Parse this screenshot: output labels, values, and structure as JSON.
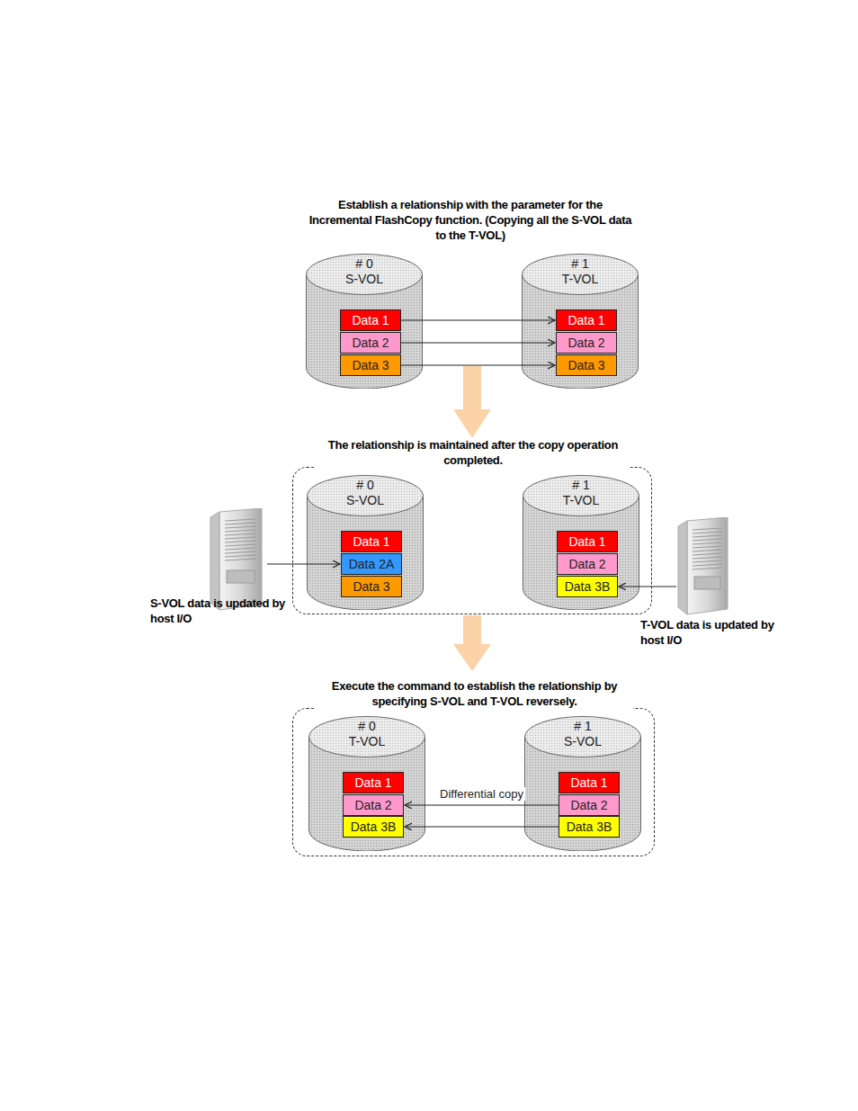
{
  "diagram": {
    "nodes": [
      {
        "text": [
          "# 0",
          "S-VOL"
        ]
      },
      {
        "text": [
          "Data 1"
        ],
        "in": 0
      },
      {
        "text": [
          "Data 2"
        ],
        "in": 0
      },
      {
        "text": [
          "Data 3"
        ],
        "in": 0
      },
      {
        "text": [
          "# 1",
          "T-VOL"
        ]
      },
      {
        "text": [
          "Data 1"
        ],
        "in": 4
      },
      {
        "text": [
          "Data 2"
        ],
        "in": 4
      },
      {
        "text": [
          "Data 3"
        ],
        "in": 4
      },
      {
        "text": [
          "The relationship is maintained after the copy operation completed."
        ]
      },
      {
        "text": [
          "# 0",
          "S-VOL"
        ],
        "in": 8
      },
      {
        "text": [
          "Data 1"
        ],
        "in": 9
      },
      {
        "text": [
          "Data 2A"
        ],
        "in": 9
      },
      {
        "text": [
          "Data 3"
        ],
        "in": 9
      },
      {
        "text": [
          "# 1",
          "T-VOL"
        ],
        "in": 8
      },
      {
        "text": [
          "Data 1"
        ],
        "in": 13
      },
      {
        "text": [
          "Data 2"
        ],
        "in": 13
      },
      {
        "text": [
          "Data 3B"
        ],
        "in": 13
      },
      {
        "text": [
          "S-VOL data is updated by host I/O"
        ]
      },
      {
        "text": [
          "T-VOL data is updated by host I/O"
        ]
      },
      {
        "text": [
          "Execute the command to establish the relationship by specifying S-VOL and T-VOL reversely."
        ]
      },
      {
        "text": [
          "# 0",
          "T-VOL"
        ],
        "in": 19
      },
      {
        "text": [
          "Data 1"
        ],
        "in": 20
      },
      {
        "text": [
          "Data 2"
        ],
        "in": 20
      },
      {
        "text": [
          "Data 3B"
        ],
        "in": 20
      },
      {
        "text": [
          "# 1",
          "S-VOL"
        ],
        "in": 19
      },
      {
        "text": [
          "Data 1"
        ],
        "in": 24
      },
      {
        "text": [
          "Data 2"
        ],
        "in": 24
      },
      {
        "text": [
          "Data 3B"
        ],
        "in": 24
      }
    ],
    "edges": [
      {
        "from": 1,
        "to": 5,
        "arrow": "to"
      },
      {
        "from": 2,
        "to": 6,
        "arrow": "to"
      },
      {
        "from": 3,
        "to": 7,
        "arrow": "to"
      },
      {
        "from": 17,
        "to": 11,
        "arrow": "to"
      },
      {
        "from": 18,
        "to": 16,
        "arrow": "to"
      },
      {
        "from": 26,
        "to": 22,
        "label": "Differential copy",
        "arrow": "to"
      },
      {
        "from": 27,
        "to": 23,
        "arrow": "to"
      }
    ],
    "labels": [
      "Establish a relationship with the parameter for the Incremental FlashCopy function. (Copying all the S-VOL data to the T-VOL)"
    ]
  }
}
